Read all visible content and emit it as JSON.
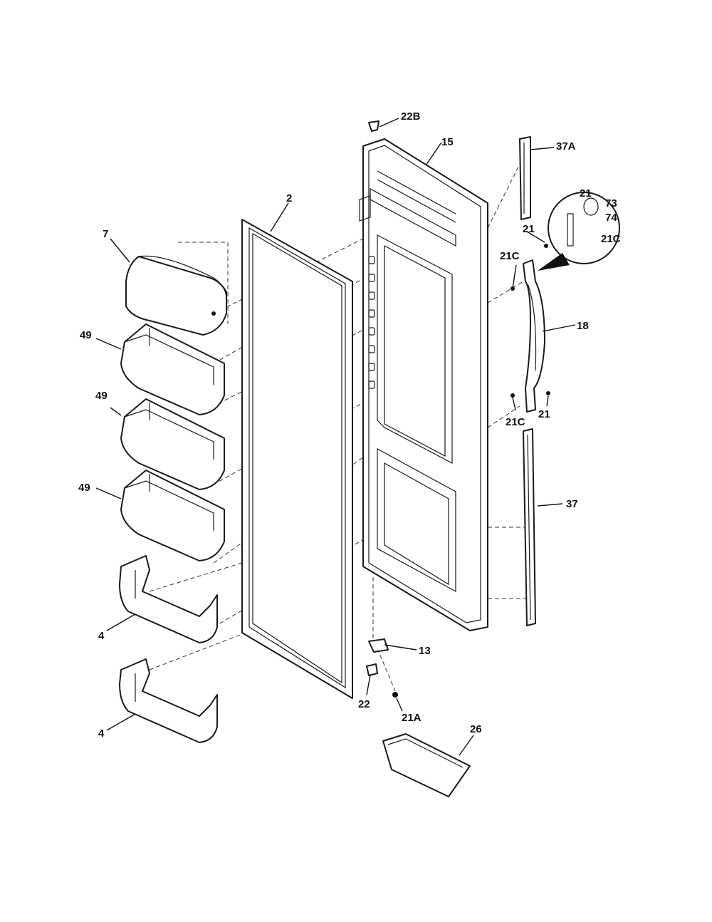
{
  "labels": {
    "p22B": "22B",
    "p15": "15",
    "p37A": "37A",
    "p2": "2",
    "p21_top": "21",
    "p73": "73",
    "p74": "74",
    "p21_inset": "21",
    "p21C_inset": "21C",
    "p7": "7",
    "p21C_upper": "21C",
    "p18": "18",
    "p49_a": "49",
    "p49_b": "49",
    "p49_c": "49",
    "p21C_lower": "21C",
    "p21_lower": "21",
    "p37": "37",
    "p13": "13",
    "p4_a": "4",
    "p4_b": "4",
    "p22": "22",
    "p21A": "21A",
    "p26": "26"
  }
}
